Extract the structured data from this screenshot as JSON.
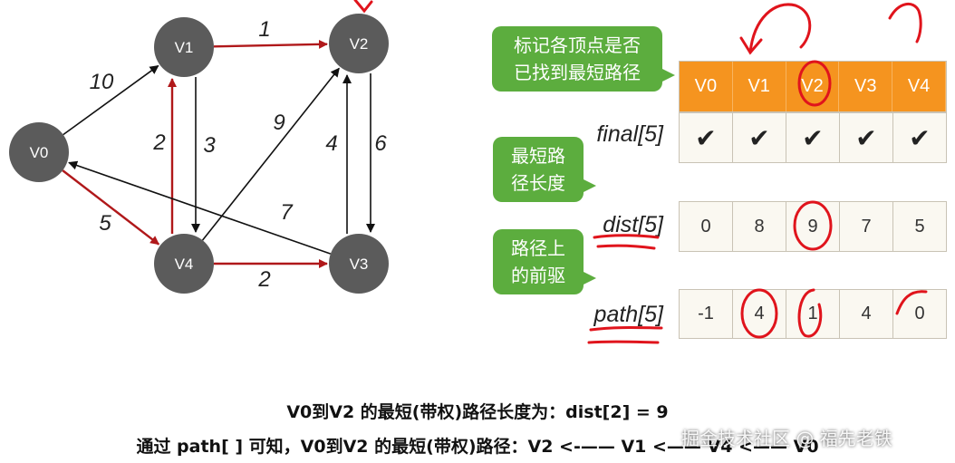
{
  "graph": {
    "nodes": [
      {
        "id": "V0",
        "label": "V0"
      },
      {
        "id": "V1",
        "label": "V1"
      },
      {
        "id": "V2",
        "label": "V2"
      },
      {
        "id": "V3",
        "label": "V3"
      },
      {
        "id": "V4",
        "label": "V4"
      }
    ],
    "edges": [
      {
        "from": "V0",
        "to": "V1",
        "weight": "10",
        "highlight": false
      },
      {
        "from": "V1",
        "to": "V2",
        "weight": "1",
        "highlight": true
      },
      {
        "from": "V1",
        "to": "V4",
        "weight": "2",
        "highlight": false
      },
      {
        "from": "V4",
        "to": "V1",
        "weight": "3",
        "highlight": true
      },
      {
        "from": "V4",
        "to": "V2",
        "weight": "9",
        "highlight": false
      },
      {
        "from": "V2",
        "to": "V3",
        "weight": "4",
        "highlight": false
      },
      {
        "from": "V3",
        "to": "V2",
        "weight": "6",
        "highlight": false
      },
      {
        "from": "V0",
        "to": "V4",
        "weight": "5",
        "highlight": true
      },
      {
        "from": "V3",
        "to": "V0",
        "weight": "7",
        "highlight": false
      },
      {
        "from": "V4",
        "to": "V3",
        "weight": "2",
        "highlight": true
      }
    ],
    "colors": {
      "node": "#5b5b5b",
      "edge": "#111111",
      "highlight": "#b0181a"
    }
  },
  "bubbles": {
    "final_note": [
      "标记各顶点是否",
      "已找到最短路径"
    ],
    "dist_note": [
      "最短路",
      "径长度"
    ],
    "path_note": [
      "路径上",
      "的前驱"
    ]
  },
  "table": {
    "headers": [
      "V0",
      "V1",
      "V2",
      "V3",
      "V4"
    ],
    "final_label": "final[5]",
    "final": [
      "✔",
      "✔",
      "✔",
      "✔",
      "✔"
    ],
    "dist_label": "dist[5]",
    "dist": [
      "0",
      "8",
      "9",
      "7",
      "5"
    ],
    "path_label": "path[5]",
    "path": [
      "-1",
      "4",
      "1",
      "4",
      "0"
    ]
  },
  "caption": {
    "line1": "V0到V2 的最短(带权)路径长度为：dist[2] = 9",
    "line2": "通过 path[ ] 可知，V0到V2 的最短(带权)路径：V2 <-—— V1 <—— V4 <—— V0"
  },
  "watermark": "掘金技术社区 @ 福先老铁",
  "colors": {
    "accent": "#f5941f",
    "bubble": "#5cad3e",
    "annotation": "#e0141c"
  }
}
